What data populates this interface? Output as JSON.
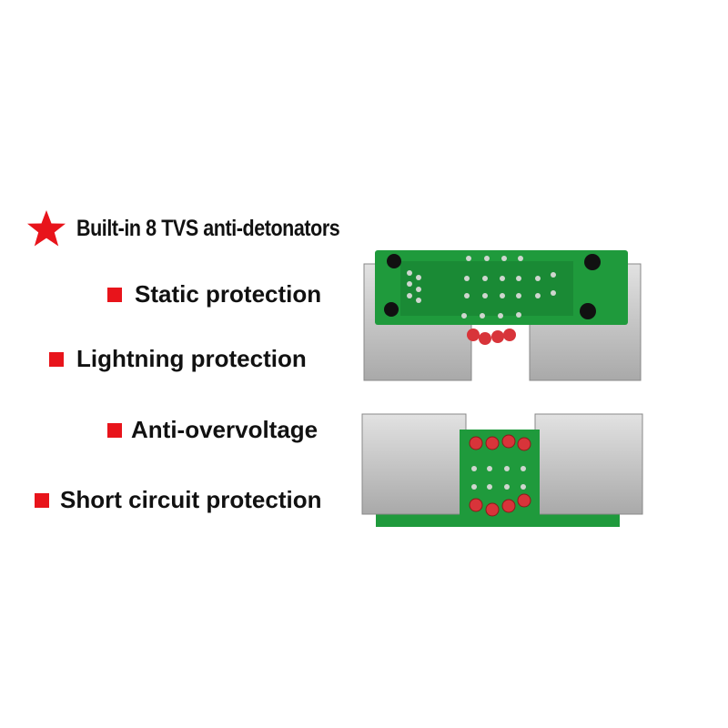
{
  "headline": {
    "icon": "star-icon",
    "text": "Built-in 8 TVS anti-detonators"
  },
  "features": [
    {
      "icon": "square-bullet-icon",
      "text": "Static protection"
    },
    {
      "icon": "square-bullet-icon",
      "text": "Lightning protection"
    },
    {
      "icon": "square-bullet-icon",
      "text": "Anti-overvoltage"
    },
    {
      "icon": "square-bullet-icon",
      "text": "Short circuit protection"
    }
  ],
  "colors": {
    "accent": "#e8141b",
    "pcb": "#1f9a3c",
    "metal": "#c9c9c9",
    "tvs": "#d8343a"
  }
}
